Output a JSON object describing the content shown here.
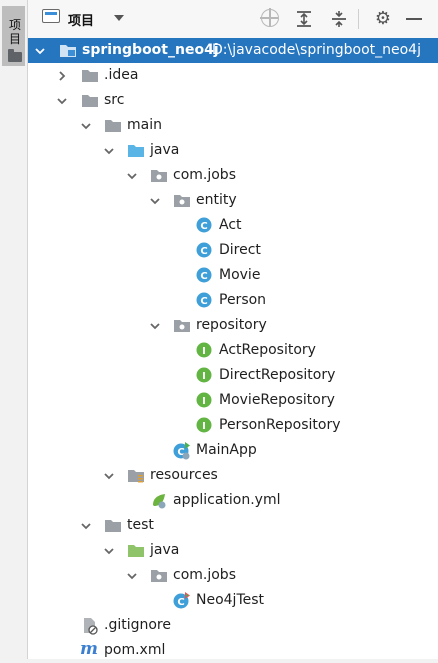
{
  "side_stripe": {
    "label": "项目"
  },
  "toolbar": {
    "title": "项目"
  },
  "tree": {
    "root": {
      "label": "springboot_neo4j",
      "path": "D:\\javacode\\springboot_neo4j"
    },
    "idea": ".idea",
    "src": "src",
    "main": "main",
    "main_java": "java",
    "com_jobs": "com.jobs",
    "entity": "entity",
    "entity_classes": [
      "Act",
      "Direct",
      "Movie",
      "Person"
    ],
    "repository": "repository",
    "repository_interfaces": [
      "ActRepository",
      "DirectRepository",
      "MovieRepository",
      "PersonRepository"
    ],
    "main_app": "MainApp",
    "resources": "resources",
    "application_yml": "application.yml",
    "test": "test",
    "test_java": "java",
    "test_com_jobs": "com.jobs",
    "test_class": "Neo4jTest",
    "gitignore": ".gitignore",
    "pom": "pom.xml"
  },
  "colors": {
    "selection": "#2675bf",
    "class_icon": "#3f9fd8",
    "interface_icon": "#62b543",
    "source_folder": "#5ab4e6",
    "test_folder": "#8fc46b"
  }
}
